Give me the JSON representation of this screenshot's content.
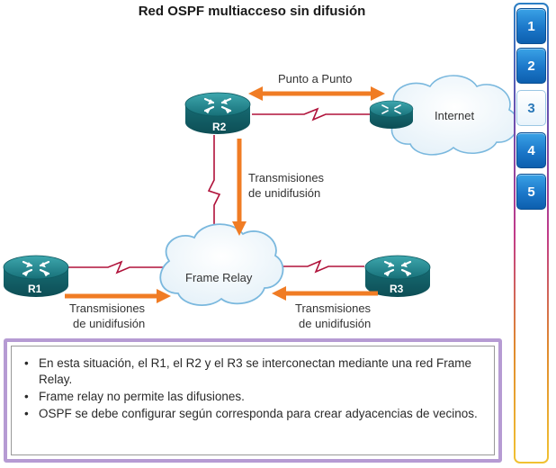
{
  "title": "Red OSPF multiacceso sin difusión",
  "routers": {
    "r1": "R1",
    "r2": "R2",
    "r3": "R3"
  },
  "clouds": {
    "internet": "Internet",
    "frame_relay": "Frame Relay"
  },
  "arrow_labels": {
    "point_to_point": "Punto a Punto",
    "r2_unicast_line1": "Transmisiones",
    "r2_unicast_line2": "de unidifusión",
    "r1_unicast_line1": "Transmisiones",
    "r1_unicast_line2": "de unidifusión",
    "r3_unicast_line1": "Transmisiones",
    "r3_unicast_line2": "de unidifusión"
  },
  "steps": [
    "1",
    "2",
    "3",
    "4",
    "5"
  ],
  "active_step": "3",
  "bullets": [
    "En esta situación, el R1, el R2 y el R3 se interconectan mediante una red Frame Relay.",
    "Frame relay no permite las difusiones.",
    "OSPF se debe configurar según corresponda para crear adyacencias de vecinos."
  ],
  "colors": {
    "arrow": "#f07c24",
    "link": "#b0123a",
    "router": "#1c7d86",
    "step": "#1b77c9",
    "panel_border": "#b69bd3"
  }
}
